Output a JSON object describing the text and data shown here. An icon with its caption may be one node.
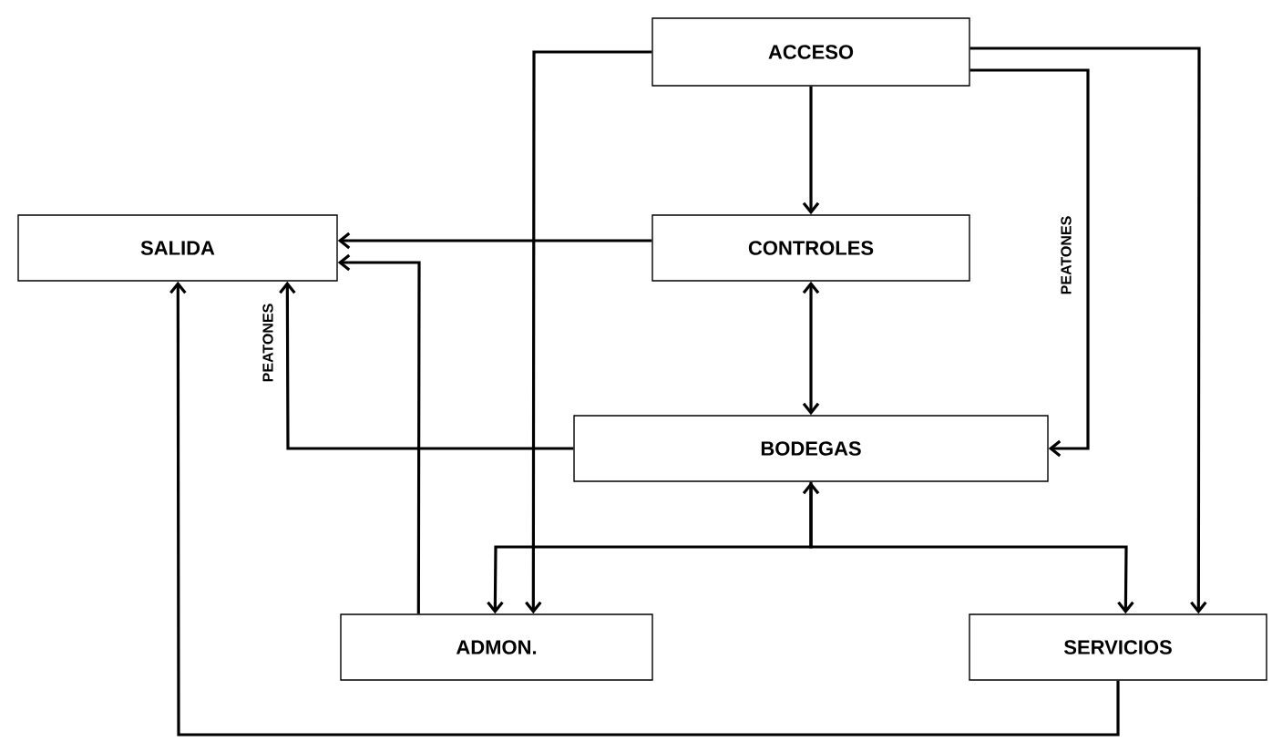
{
  "diagram": {
    "nodes": [
      {
        "text": [
          "ACCESO"
        ]
      },
      {
        "text": [
          "SALIDA"
        ]
      },
      {
        "text": [
          "CONTROLES"
        ]
      },
      {
        "text": [
          "BODEGAS"
        ]
      },
      {
        "text": [
          "ADMON."
        ]
      },
      {
        "text": [
          "SERVICIOS"
        ]
      }
    ],
    "edges": [
      {
        "from": 0,
        "to": 2,
        "arrow": "to"
      },
      {
        "from": 0,
        "to": 4,
        "arrow": "to"
      },
      {
        "from": 0,
        "to": 5,
        "arrow": "to"
      },
      {
        "from": 0,
        "to": 3,
        "arrow": "to",
        "label": "PEATONES"
      },
      {
        "from": 2,
        "to": 1,
        "arrow": "to"
      },
      {
        "from": 2,
        "to": 3,
        "arrow": "both"
      },
      {
        "from": 3,
        "to": 1,
        "arrow": "to",
        "label": "PEATONES"
      },
      {
        "from": 4,
        "to": 1,
        "arrow": "to"
      },
      {
        "from": 4,
        "to": 3,
        "arrow": "both"
      },
      {
        "from": 3,
        "to": 5,
        "arrow": "to"
      },
      {
        "from": 5,
        "to": 1,
        "arrow": "to"
      }
    ]
  }
}
